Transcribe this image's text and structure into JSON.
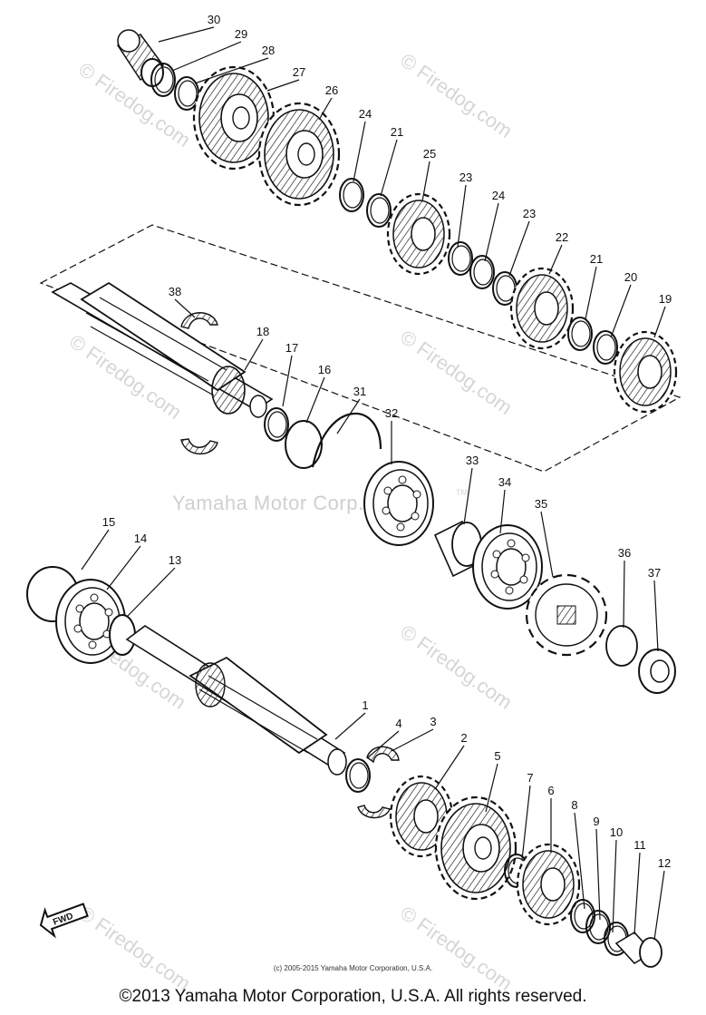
{
  "watermark": {
    "brand_line": "Yamaha Motor Corp. U.S.A.",
    "tm": "TM",
    "site": "© Firedog.com",
    "site_short": "Firedog.com"
  },
  "callouts": [
    "30",
    "29",
    "28",
    "27",
    "26",
    "24",
    "21",
    "25",
    "23",
    "24",
    "23",
    "22",
    "21",
    "20",
    "19",
    "38",
    "18",
    "17",
    "16",
    "31",
    "32",
    "33",
    "34",
    "35",
    "36",
    "37",
    "15",
    "14",
    "13",
    "1",
    "4",
    "3",
    "2",
    "5",
    "7",
    "6",
    "8",
    "9",
    "10",
    "11",
    "12"
  ],
  "fwd_label": "FWD",
  "small_copyright": "(c) 2005-2015 Yamaha Motor Corporation, U.S.A.",
  "footer": "©2013 Yamaha Motor Corporation, U.S.A. All rights reserved."
}
